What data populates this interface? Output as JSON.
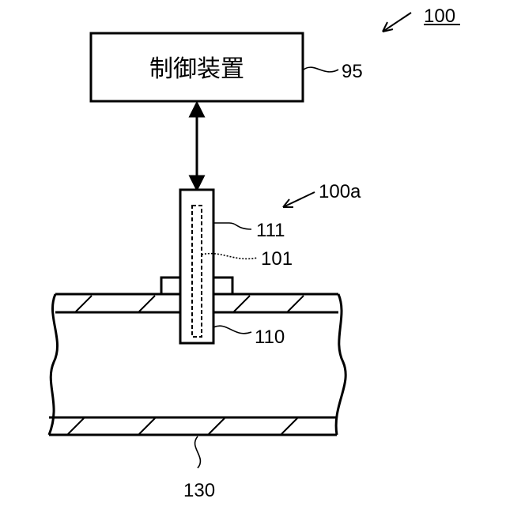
{
  "figure": {
    "control_device": {
      "label": "制御装置",
      "ref": "95"
    },
    "system_ref": "100",
    "sensor_assembly_ref": "100a",
    "sensor_housing_ref": "111",
    "sensor_element_ref": "101",
    "probe_ref": "110",
    "pipe_ref": "130"
  }
}
